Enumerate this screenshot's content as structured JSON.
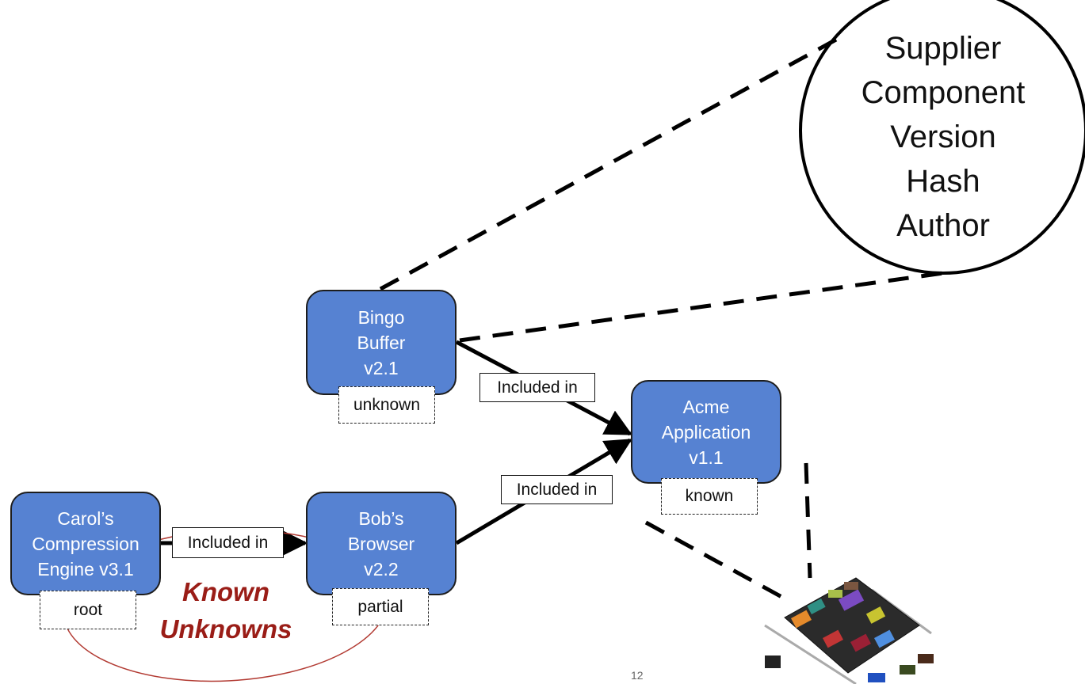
{
  "bubble": {
    "lines": [
      "Supplier",
      "Component",
      "Version",
      "Hash",
      "Author"
    ]
  },
  "nodes": {
    "bingo": {
      "lines": [
        "Bingo",
        "Buffer",
        "v2.1"
      ],
      "status": "unknown"
    },
    "acme": {
      "lines": [
        "Acme",
        "Application",
        "v1.1"
      ],
      "status": "known"
    },
    "carol": {
      "lines": [
        "Carol’s",
        "Compression",
        "Engine v3.1"
      ],
      "status": "root"
    },
    "bob": {
      "lines": [
        "Bob’s",
        "Browser",
        "v2.2"
      ],
      "status": "partial"
    }
  },
  "edges": [
    {
      "from": "bingo",
      "to": "acme",
      "label": "Included in"
    },
    {
      "from": "bob",
      "to": "acme",
      "label": "Included in"
    },
    {
      "from": "carol",
      "to": "bob",
      "label": "Included in"
    }
  ],
  "annotation": {
    "lines": [
      "Known",
      "Unknowns"
    ],
    "color": "#9a1d17"
  },
  "node_color": "#5682d2",
  "chip_icon": "microchip-image",
  "page_number": "12"
}
